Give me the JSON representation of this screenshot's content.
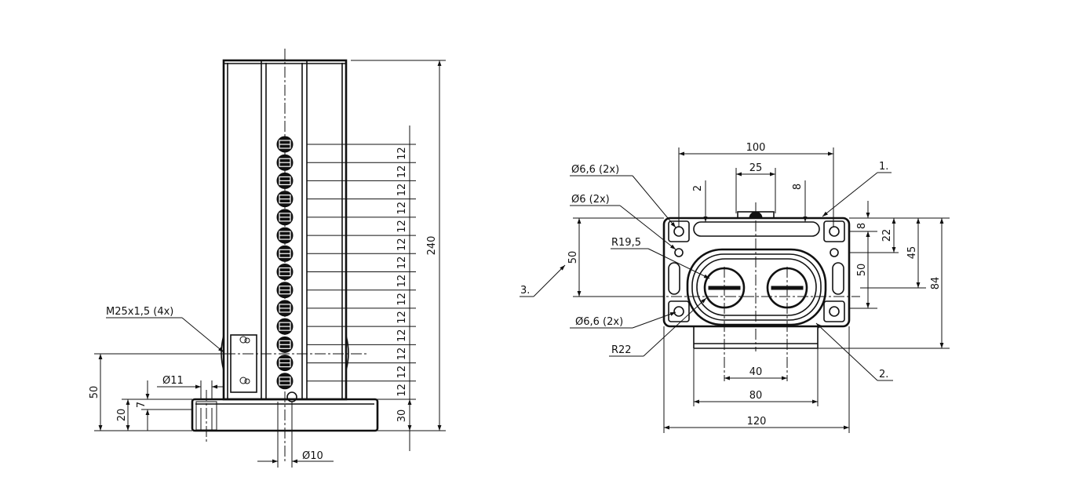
{
  "front_view": {
    "label_thread": "M25x1,5 (4x)",
    "dim_phi11": "Ø11",
    "dim_phi10": "Ø10",
    "dim_50": "50",
    "dim_20": "20",
    "dim_7": "7",
    "dim_240": "240",
    "dim_30": "30",
    "pitch_label": "12",
    "pitch_count": 14
  },
  "plan_view": {
    "dim_100": "100",
    "dim_25": "25",
    "dim_2": "2",
    "dim_8_top": "8",
    "dim_phi66_top": "Ø6,6 (2x)",
    "dim_phi6": "Ø6 (2x)",
    "dim_r195": "R19,5",
    "dim_50_left": "50",
    "dim_phi66_bottom": "Ø6,6 (2x)",
    "dim_r22": "R22",
    "dim_40": "40",
    "dim_80": "80",
    "dim_120": "120",
    "dim_8_right": "8",
    "dim_22": "22",
    "dim_50_right": "50",
    "dim_45": "45",
    "dim_84": "84",
    "callout_1": "1.",
    "callout_2": "2.",
    "callout_3": "3."
  }
}
